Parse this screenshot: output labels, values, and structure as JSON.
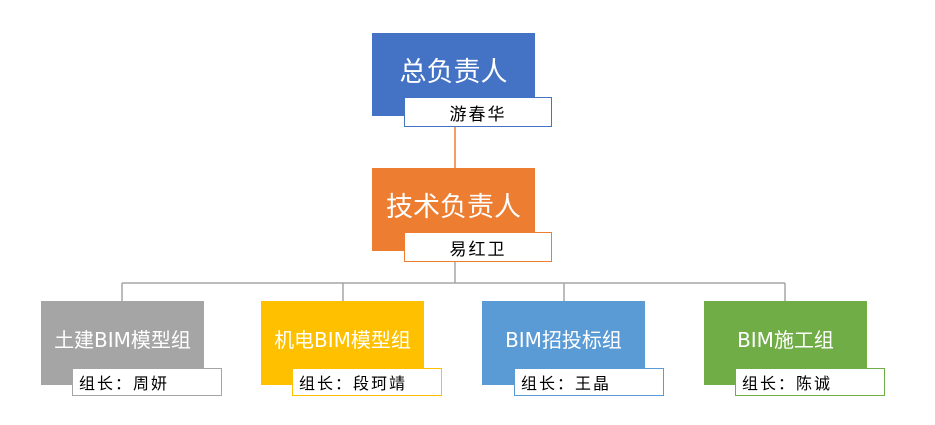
{
  "colors": {
    "chief": "#4472c4",
    "tech": "#ed7d31",
    "connector_top": "#ed7d31",
    "connector_bottom": "#a5a5a5"
  },
  "chief": {
    "title": "总负责人",
    "name": "游春华"
  },
  "tech": {
    "title": "技术负责人",
    "name": "易红卫"
  },
  "groups": [
    {
      "title": "土建BIM模型组",
      "leader_label": "组长：",
      "leader": "周妍",
      "color": "#a5a5a5"
    },
    {
      "title": "机电BIM模型组",
      "leader_label": "组长：",
      "leader": "段珂靖",
      "color": "#ffc000"
    },
    {
      "title": "BIM招投标组",
      "leader_label": "组长：",
      "leader": "王晶",
      "color": "#5b9bd5"
    },
    {
      "title": "BIM施工组",
      "leader_label": "组长：",
      "leader": "陈诚",
      "color": "#70ad47"
    }
  ]
}
